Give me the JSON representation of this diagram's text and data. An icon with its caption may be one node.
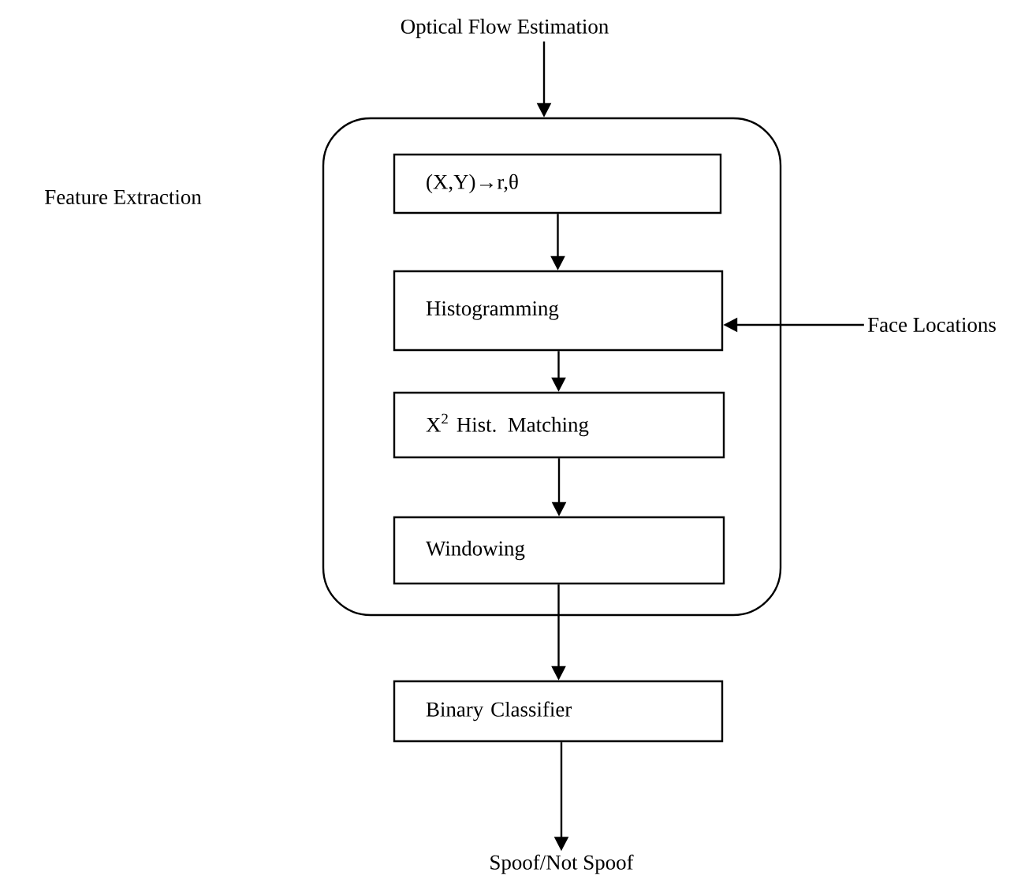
{
  "diagram": {
    "nodes": [
      {
        "text": [
          "Optical Flow Estimation"
        ]
      },
      {
        "text": [],
        "shape": "box"
      },
      {
        "text": [
          "(X,Y)→r,θ"
        ],
        "in": 1
      },
      {
        "text": [
          "Histogramming"
        ],
        "in": 1
      },
      {
        "text": [
          "X$^{2}$  Hist. Matching"
        ],
        "in": 1
      },
      {
        "text": [
          "Windowing"
        ],
        "in": 1
      },
      {
        "text": [
          "Face Locations"
        ]
      },
      {
        "text": [
          "Binary Classifier"
        ]
      },
      {
        "text": [
          "Spoof/Not Spoof"
        ]
      }
    ],
    "edges": [
      {
        "from": 0,
        "to": 1,
        "arrow": "to"
      },
      {
        "from": 2,
        "to": 3,
        "arrow": "to"
      },
      {
        "from": 3,
        "to": 4,
        "arrow": "to"
      },
      {
        "from": 4,
        "to": 5,
        "arrow": "to"
      },
      {
        "from": 6,
        "to": 3,
        "arrow": "to"
      },
      {
        "from": 5,
        "to": 7,
        "arrow": "to"
      },
      {
        "from": 7,
        "to": 8,
        "arrow": "to"
      }
    ],
    "labels": [
      "Feature Extraction"
    ]
  }
}
